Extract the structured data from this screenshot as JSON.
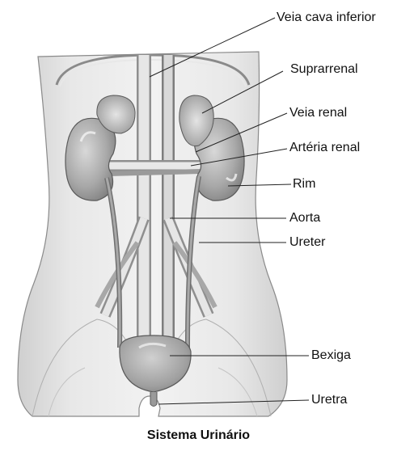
{
  "diagram": {
    "labels": {
      "veia_cava_inferior": "Veia cava inferior",
      "suprarrenal": "Suprarrenal",
      "veia_renal": "Veia renal",
      "arteria_renal": "Artéria renal",
      "rim": "Rim",
      "aorta": "Aorta",
      "ureter": "Ureter",
      "bexiga": "Bexiga",
      "uretra": "Uretra"
    },
    "caption": "Sistema Urinário"
  }
}
